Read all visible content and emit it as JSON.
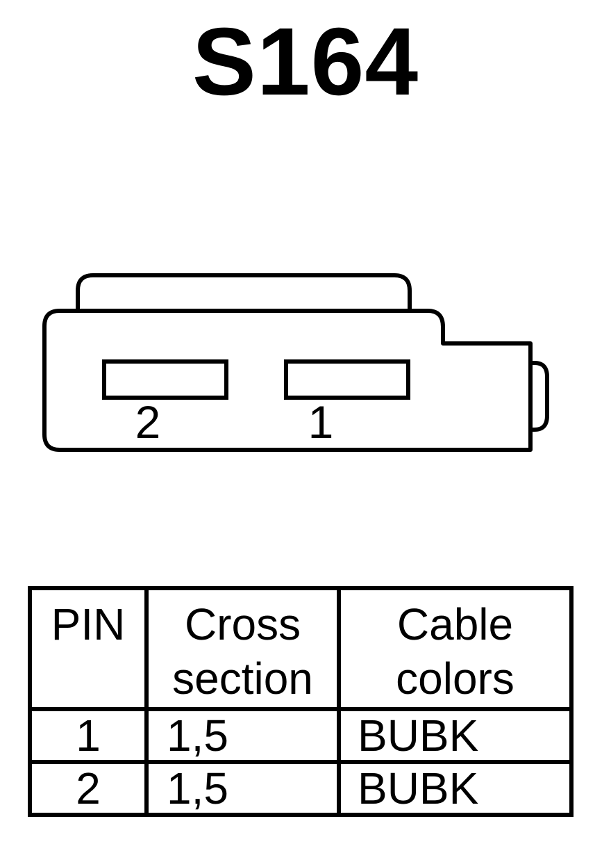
{
  "connector": {
    "title": "S164",
    "pin_labels": [
      "2",
      "1"
    ]
  },
  "table": {
    "headers": [
      {
        "line1": "PIN",
        "line2": ""
      },
      {
        "line1": "Cross",
        "line2": "section"
      },
      {
        "line1": "Cable",
        "line2": "colors"
      }
    ],
    "rows": [
      {
        "pin": "1",
        "cross_section": "1,5",
        "color": "BUBK"
      },
      {
        "pin": "2",
        "cross_section": "1,5",
        "color": "BUBK"
      }
    ]
  },
  "colors": {
    "ink": "#000000",
    "background": "#ffffff"
  }
}
